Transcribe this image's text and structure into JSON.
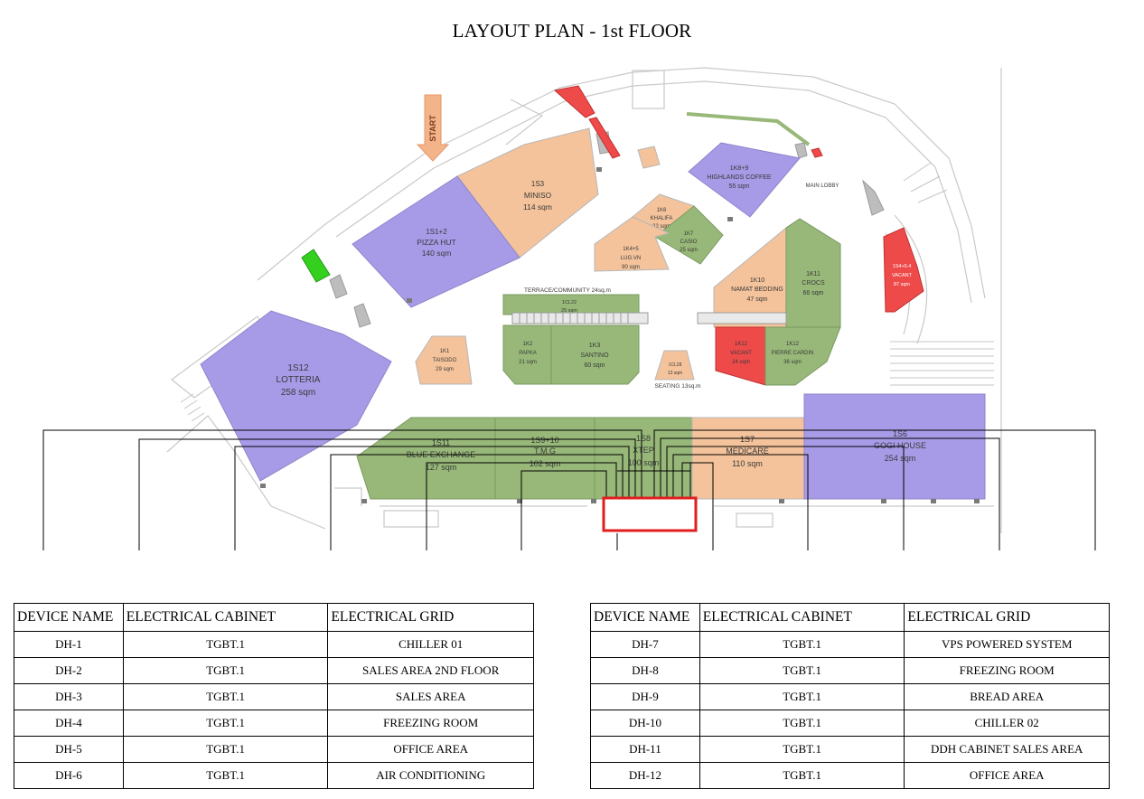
{
  "title": "LAYOUT PLAN - 1st FLOOR",
  "plan": {
    "start_label": "START",
    "areas": {
      "pizza_hut": {
        "code": "1S1+2",
        "name": "PIZZA HUT",
        "size": "140 sqm"
      },
      "miniso": {
        "code": "1S3",
        "name": "MINISO",
        "size": "114 sqm"
      },
      "lotteria": {
        "code": "1S12",
        "name": "LOTTERIA",
        "size": "258 sqm"
      },
      "highlands": {
        "code": "1K8+9",
        "name": "HIGHLANDS COFFEE",
        "size": "55 sqm"
      },
      "khalifa": {
        "code": "1K6",
        "name": "KHALIFA",
        "size": "22 sqm"
      },
      "casio": {
        "code": "1K7",
        "name": "CASIO",
        "size": "25 sqm"
      },
      "lug": {
        "code": "1K4+5",
        "name": "LUG.VN",
        "size": "90 sqm"
      },
      "namat": {
        "code": "1K10",
        "name": "NAMAT BEDDING",
        "size": "47 sqm"
      },
      "crocs": {
        "code": "1K11",
        "name": "CROCS",
        "size": "66 sqm"
      },
      "vacant_k": {
        "code": "1K12",
        "name": "VACANT",
        "size": "24 sqm"
      },
      "pierre": {
        "code": "1K12",
        "name": "PIERRE CARDIN",
        "size": "36 sqm"
      },
      "vacant_s": {
        "code": "1S4+5.4",
        "name": "VACANT",
        "size": "87 sqm"
      },
      "taisodo": {
        "code": "1K1",
        "name": "TAISODO",
        "size": "29 sqm"
      },
      "papka": {
        "code": "1K2",
        "name": "PAPKA",
        "size": "21 sqm"
      },
      "santino": {
        "code": "1K3",
        "name": "SANTINO",
        "size": "60 sqm"
      },
      "cl22": {
        "code": "1CL22",
        "size": "25 sqm"
      },
      "cl28": {
        "code": "1CL28",
        "size": "13 sqm"
      },
      "blue_exchange": {
        "code": "1S11",
        "name": "BLUE EXCHANGE",
        "size": "127 sqm"
      },
      "tmg": {
        "code": "1S9+10",
        "name": "T.M.G",
        "size": "102 sqm"
      },
      "xtep": {
        "code": "1S8",
        "name": "XTEP",
        "size": "100 sqm"
      },
      "medicare": {
        "code": "1S7",
        "name": "MEDICARE",
        "size": "110 sqm"
      },
      "gogi": {
        "code": "1S6",
        "name": "GOGI HOUSE",
        "size": "254 sqm"
      }
    },
    "terrace_label": "TERRACE/COMMUNITY 24sq.m",
    "seating_label": "SEATING 13sq.m",
    "lobby_label": "MAIN LOBBY"
  },
  "tables": {
    "headers": [
      "DEVICE NAME",
      "ELECTRICAL CABINET",
      "ELECTRICAL GRID"
    ],
    "left": [
      {
        "device": "DH-1",
        "cabinet": "TGBT.1",
        "grid": "CHILLER 01"
      },
      {
        "device": "DH-2",
        "cabinet": "TGBT.1",
        "grid": "SALES AREA 2ND FLOOR"
      },
      {
        "device": "DH-3",
        "cabinet": "TGBT.1",
        "grid": "SALES AREA"
      },
      {
        "device": "DH-4",
        "cabinet": "TGBT.1",
        "grid": "FREEZING ROOM"
      },
      {
        "device": "DH-5",
        "cabinet": "TGBT.1",
        "grid": "OFFICE AREA"
      },
      {
        "device": "DH-6",
        "cabinet": "TGBT.1",
        "grid": "AIR CONDITIONING"
      }
    ],
    "right": [
      {
        "device": "DH-7",
        "cabinet": "TGBT.1",
        "grid": "VPS POWERED SYSTEM"
      },
      {
        "device": "DH-8",
        "cabinet": "TGBT.1",
        "grid": "FREEZING ROOM"
      },
      {
        "device": "DH-9",
        "cabinet": "TGBT.1",
        "grid": "BREAD AREA"
      },
      {
        "device": "DH-10",
        "cabinet": "TGBT.1",
        "grid": "CHILLER 02"
      },
      {
        "device": "DH-11",
        "cabinet": "TGBT.1",
        "grid": "DDH CABINET SALES AREA"
      },
      {
        "device": "DH-12",
        "cabinet": "TGBT.1",
        "grid": "OFFICE AREA"
      }
    ]
  },
  "colors": {
    "purple": "#a79be8",
    "orange": "#f4c39b",
    "green": "#97b878",
    "red": "#ee4a4a",
    "bright_green": "#33d11e",
    "highlight_box": "#e01e1e"
  }
}
